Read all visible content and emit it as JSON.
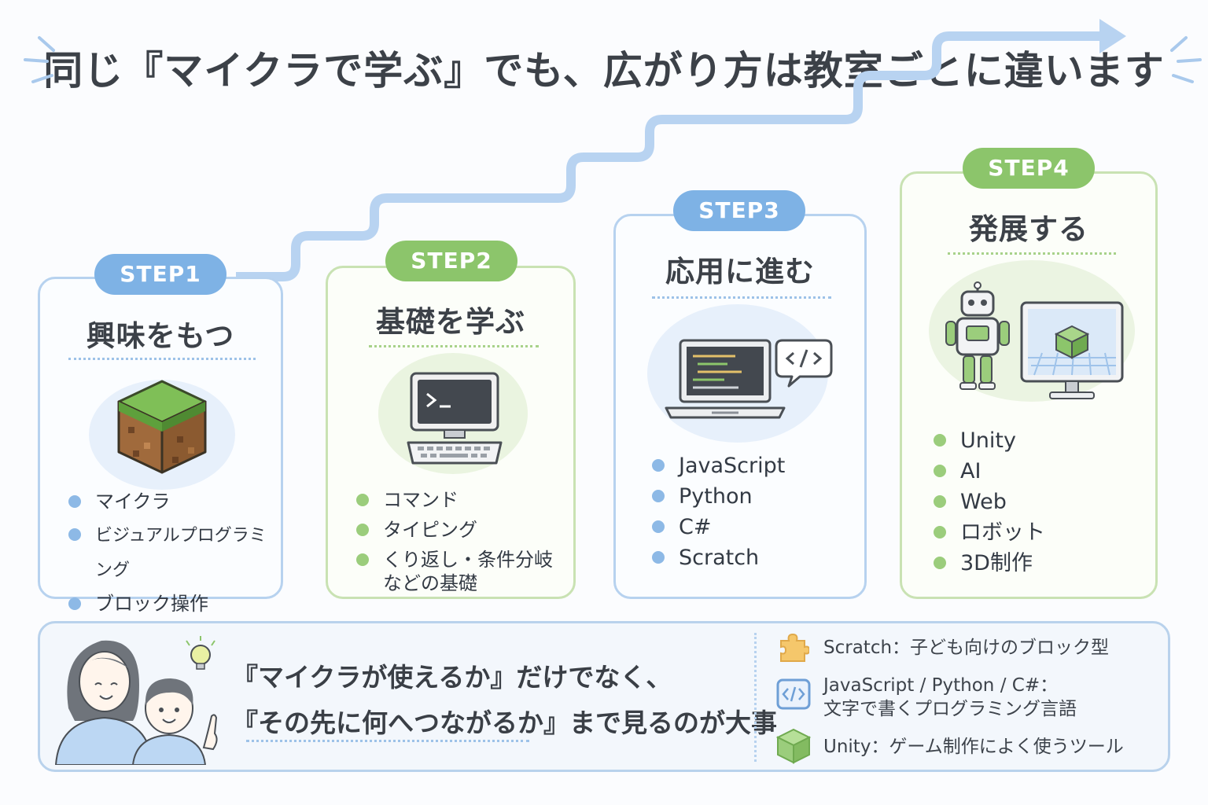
{
  "title": "同じ『マイクラで学ぶ』でも、広がり方は教室ごとに違います",
  "steps": [
    {
      "badge": "STEP1",
      "title": "興味をもつ",
      "items": [
        "マイクラ",
        "ビジュアルプログラミング",
        "ブロック操作"
      ],
      "illustration": "grass-block-icon"
    },
    {
      "badge": "STEP2",
      "title": "基礎を学ぶ",
      "items": [
        "コマンド",
        "タイピング",
        "くり返し・条件分岐",
        "などの基礎"
      ],
      "illustration": "computer-terminal-icon"
    },
    {
      "badge": "STEP3",
      "title": "応用に進む",
      "items": [
        "JavaScript",
        "Python",
        "C#",
        "Scratch"
      ],
      "illustration": "laptop-code-icon"
    },
    {
      "badge": "STEP4",
      "title": "発展する",
      "items": [
        "Unity",
        "AI",
        "Web",
        "ロボット",
        "3D制作"
      ],
      "illustration": "robot-monitor-icon"
    }
  ],
  "message": {
    "line1": "『マイクラが使えるか』だけでなく、",
    "line2": "『その先に何へつながるか』まで見るのが大事"
  },
  "legend": [
    {
      "icon": "puzzle-icon",
      "text": "Scratch：子ども向けのブロック型"
    },
    {
      "icon": "code-icon",
      "line1": "JavaScript / Python / C#：",
      "line2": "文字で書くプログラミング言語"
    },
    {
      "icon": "cube-icon",
      "text": "Unity：ゲーム制作によく使うツール"
    }
  ],
  "colors": {
    "blue": "#7eb2e5",
    "green": "#8cc56b",
    "text": "#3c4148"
  }
}
